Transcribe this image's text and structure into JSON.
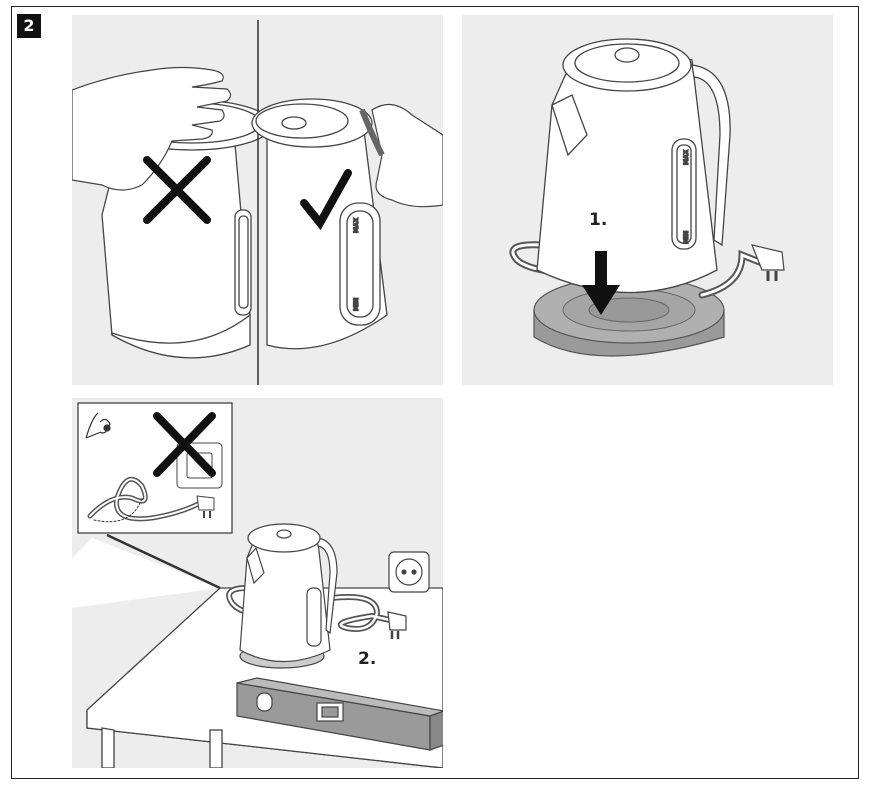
{
  "page": {
    "step_badge": "2"
  },
  "panels": {
    "handling": {
      "wrong_symbol": "cross-icon",
      "right_symbol": "checkmark-icon",
      "max_label": "MAX",
      "min_label": "MIN"
    },
    "base_placement": {
      "step_label": "1.",
      "max_label": "MAX",
      "min_label": "MIN",
      "arrow": "arrow-down-icon"
    },
    "placement": {
      "step_label": "2.",
      "inset_symbol": "cross-icon",
      "eye": "eye-icon"
    }
  }
}
